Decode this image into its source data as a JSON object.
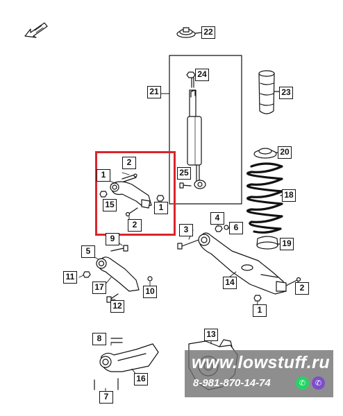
{
  "callouts": {
    "c22": "22",
    "c24": "24",
    "c21": "21",
    "c23": "23",
    "c20": "20",
    "c18": "18",
    "c25": "25",
    "c19": "19",
    "c2a": "2",
    "c1a": "1",
    "c15": "15",
    "c1b": "1",
    "c2b": "2",
    "c4": "4",
    "c6": "6",
    "c3": "3",
    "c9": "9",
    "c5": "5",
    "c11": "11",
    "c17": "17",
    "c10": "10",
    "c12": "12",
    "c14": "14",
    "c2c": "2",
    "c1c": "1",
    "c8": "8",
    "c13": "13",
    "c16": "16",
    "c7": "7"
  },
  "watermark": {
    "site": "www.lowstuff.ru",
    "phone": "8-981-870-14-74"
  },
  "colors": {
    "highlight": "#d9252b",
    "whatsapp": "#25d366",
    "viber": "#7d4fc9",
    "line": "#111111"
  },
  "icons": [
    "front-arrow-icon",
    "whatsapp-icon",
    "viber-icon"
  ]
}
